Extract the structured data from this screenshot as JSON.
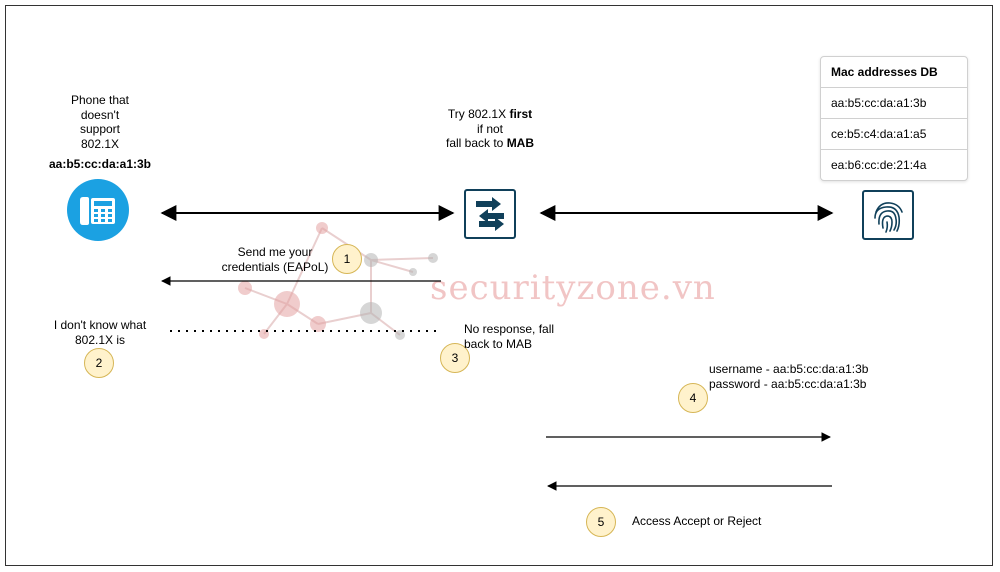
{
  "phone": {
    "label": "Phone that doesn't support 802.1X",
    "label_lines": [
      "Phone that",
      "doesn't",
      "support",
      "802.1X"
    ],
    "mac": "aa:b5:cc:da:a1:3b",
    "icon": "phone-fax-icon"
  },
  "switch": {
    "line1_pre": "Try 802.1X ",
    "line1_bold": "first",
    "line2": "if not",
    "line3_pre": "fall back to ",
    "line3_bold": "MAB",
    "icon": "switch-arrows-icon"
  },
  "auth_server": {
    "icon": "fingerprint-icon"
  },
  "mac_db": {
    "title": "Mac addresses DB",
    "entries": [
      "aa:b5:cc:da:a1:3b",
      "ce:b5:c4:da:a1:a5",
      "ea:b6:cc:de:21:4a"
    ]
  },
  "steps": [
    {
      "number": "1",
      "text_lines": [
        "Send me your",
        "credentials (EAPoL)"
      ]
    },
    {
      "number": "2",
      "text_lines": [
        "I don't know what",
        "802.1X is"
      ]
    },
    {
      "number": "3",
      "text_lines": [
        "No response, fall",
        "back to MAB"
      ]
    },
    {
      "number": "4",
      "text_lines": [
        "username - aa:b5:cc:da:a1:3b",
        "password - aa:b5:cc:da:a1:3b"
      ]
    },
    {
      "number": "5",
      "text_lines": [
        "Access Accept or Reject"
      ]
    }
  ],
  "watermark": "securityzone.vn",
  "colors": {
    "phone_blue": "#1ba1e2",
    "icon_teal": "#10405a",
    "badge_fill": "#fff2cc",
    "badge_stroke": "#d6b656",
    "watermark": "#e69696"
  }
}
